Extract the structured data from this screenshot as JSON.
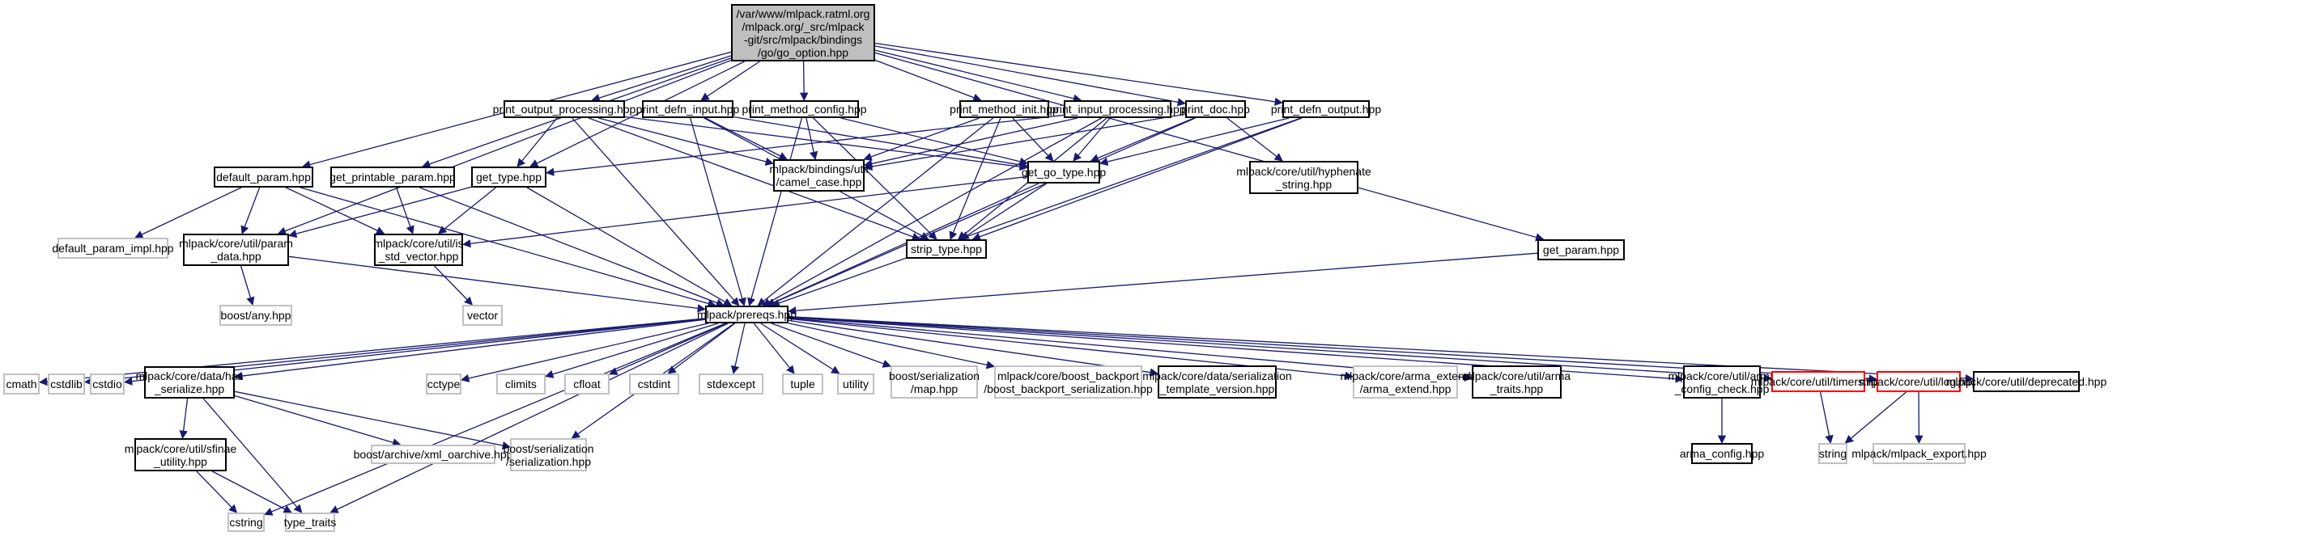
{
  "diagram": {
    "type": "include-dependency-graph",
    "edge_color": "#191970",
    "root": "/var/www/mlpack.ratml.org\n/mlpack.org/_src/mlpack\n-git/src/mlpack/bindings\n/go/go_option.hpp",
    "nodes": {
      "root": "/var/www/mlpack.ratml.org\n/mlpack.org/_src/mlpack\n-git/src/mlpack/bindings\n/go/go_option.hpp",
      "print_output_processing": "print_output_processing.hpp",
      "print_defn_input": "print_defn_input.hpp",
      "print_method_config": "print_method_config.hpp",
      "print_method_init": "print_method_init.hpp",
      "print_input_processing": "print_input_processing.hpp",
      "print_doc": "print_doc.hpp",
      "print_defn_output": "print_defn_output.hpp",
      "default_param": "default_param.hpp",
      "get_printable_param": "get_printable_param.hpp",
      "get_type": "get_type.hpp",
      "camel_case": "mlpack/bindings/util\n/camel_case.hpp",
      "get_go_type": "get_go_type.hpp",
      "hyphenate_string": "mlpack/core/util/hyphenate\n_string.hpp",
      "default_param_impl": "default_param_impl.hpp",
      "param_data": "mlpack/core/util/param\n_data.hpp",
      "is_std_vector": "mlpack/core/util/is\n_std_vector.hpp",
      "strip_type": "strip_type.hpp",
      "get_param": "get_param.hpp",
      "boost_any": "boost/any.hpp",
      "vector": "vector",
      "prereqs": "mlpack/prereqs.hpp",
      "cmath": "cmath",
      "cstdlib": "cstdlib",
      "cstdio": "cstdio",
      "has_serialize": "mlpack/core/data/has\n_serialize.hpp",
      "cctype": "cctype",
      "climits": "climits",
      "cfloat": "cfloat",
      "cstdint": "cstdint",
      "stdexcept": "stdexcept",
      "tuple": "tuple",
      "utility": "utility",
      "boost_map": "boost/serialization\n/map.hpp",
      "boost_backport": "mlpack/core/boost_backport\n/boost_backport_serialization.hpp",
      "serialization_template_version": "mlpack/core/data/serialization\n_template_version.hpp",
      "arma_extend": "mlpack/core/arma_extend\n/arma_extend.hpp",
      "arma_traits": "mlpack/core/util/arma\n_traits.hpp",
      "arma_config_check": "mlpack/core/util/arma\n_config_check.hpp",
      "timers": "mlpack/core/util/timers.hpp",
      "log": "mlpack/core/util/log.hpp",
      "deprecated": "mlpack/core/util/deprecated.hpp",
      "sfinae_utility": "mlpack/core/util/sfinae\n_utility.hpp",
      "xml_oarchive": "boost/archive/xml_oarchive.hpp",
      "boost_serialization": "boost/serialization\n/serialization.hpp",
      "arma_config": "arma_config.hpp",
      "string": "string",
      "mlpack_export": "mlpack/mlpack_export.hpp",
      "cstring": "cstring",
      "type_traits": "type_traits"
    },
    "edges": [
      [
        "root",
        "print_output_processing"
      ],
      [
        "root",
        "print_defn_input"
      ],
      [
        "root",
        "print_method_config"
      ],
      [
        "root",
        "print_method_init"
      ],
      [
        "root",
        "print_input_processing"
      ],
      [
        "root",
        "print_doc"
      ],
      [
        "root",
        "print_defn_output"
      ],
      [
        "root",
        "default_param"
      ],
      [
        "root",
        "get_printable_param"
      ],
      [
        "root",
        "get_type"
      ],
      [
        "root",
        "param_data"
      ],
      [
        "root",
        "get_param"
      ],
      [
        "print_output_processing",
        "get_type"
      ],
      [
        "print_output_processing",
        "camel_case"
      ],
      [
        "print_output_processing",
        "strip_type"
      ],
      [
        "print_output_processing",
        "prereqs"
      ],
      [
        "print_output_processing",
        "get_go_type"
      ],
      [
        "print_defn_input",
        "camel_case"
      ],
      [
        "print_defn_input",
        "get_go_type"
      ],
      [
        "print_defn_input",
        "strip_type"
      ],
      [
        "print_defn_input",
        "prereqs"
      ],
      [
        "print_method_config",
        "camel_case"
      ],
      [
        "print_method_config",
        "strip_type"
      ],
      [
        "print_method_config",
        "prereqs"
      ],
      [
        "print_method_config",
        "get_go_type"
      ],
      [
        "print_method_init",
        "camel_case"
      ],
      [
        "print_method_init",
        "get_go_type"
      ],
      [
        "print_method_init",
        "strip_type"
      ],
      [
        "print_method_init",
        "prereqs"
      ],
      [
        "print_input_processing",
        "camel_case"
      ],
      [
        "print_input_processing",
        "get_go_type"
      ],
      [
        "print_input_processing",
        "strip_type"
      ],
      [
        "print_input_processing",
        "prereqs"
      ],
      [
        "print_input_processing",
        "get_type"
      ],
      [
        "print_doc",
        "camel_case"
      ],
      [
        "print_doc",
        "get_go_type"
      ],
      [
        "print_doc",
        "hyphenate_string"
      ],
      [
        "print_doc",
        "prereqs"
      ],
      [
        "print_defn_output",
        "get_go_type"
      ],
      [
        "print_defn_output",
        "strip_type"
      ],
      [
        "print_defn_output",
        "prereqs"
      ],
      [
        "default_param",
        "default_param_impl"
      ],
      [
        "default_param",
        "param_data"
      ],
      [
        "default_param",
        "is_std_vector"
      ],
      [
        "default_param",
        "prereqs"
      ],
      [
        "get_printable_param",
        "is_std_vector"
      ],
      [
        "get_printable_param",
        "prereqs"
      ],
      [
        "get_type",
        "param_data"
      ],
      [
        "get_type",
        "is_std_vector"
      ],
      [
        "get_type",
        "prereqs"
      ],
      [
        "get_go_type",
        "is_std_vector"
      ],
      [
        "get_go_type",
        "strip_type"
      ],
      [
        "get_go_type",
        "prereqs"
      ],
      [
        "param_data",
        "boost_any"
      ],
      [
        "param_data",
        "prereqs"
      ],
      [
        "is_std_vector",
        "vector"
      ],
      [
        "get_param",
        "prereqs"
      ],
      [
        "prereqs",
        "cmath"
      ],
      [
        "prereqs",
        "cstdlib"
      ],
      [
        "prereqs",
        "cstdio"
      ],
      [
        "prereqs",
        "has_serialize"
      ],
      [
        "prereqs",
        "cstring"
      ],
      [
        "prereqs",
        "cctype"
      ],
      [
        "prereqs",
        "climits"
      ],
      [
        "prereqs",
        "cfloat"
      ],
      [
        "prereqs",
        "cstdint"
      ],
      [
        "prereqs",
        "stdexcept"
      ],
      [
        "prereqs",
        "tuple"
      ],
      [
        "prereqs",
        "utility"
      ],
      [
        "prereqs",
        "boost_map"
      ],
      [
        "prereqs",
        "boost_backport"
      ],
      [
        "prereqs",
        "serialization_template_version"
      ],
      [
        "prereqs",
        "arma_extend"
      ],
      [
        "prereqs",
        "arma_traits"
      ],
      [
        "prereqs",
        "arma_config_check"
      ],
      [
        "prereqs",
        "timers"
      ],
      [
        "prereqs",
        "log"
      ],
      [
        "prereqs",
        "deprecated"
      ],
      [
        "prereqs",
        "type_traits"
      ],
      [
        "prereqs",
        "boost_serialization"
      ],
      [
        "has_serialize",
        "sfinae_utility"
      ],
      [
        "has_serialize",
        "xml_oarchive"
      ],
      [
        "has_serialize",
        "boost_serialization"
      ],
      [
        "has_serialize",
        "type_traits"
      ],
      [
        "sfinae_utility",
        "cstring"
      ],
      [
        "sfinae_utility",
        "type_traits"
      ],
      [
        "arma_config_check",
        "arma_config"
      ],
      [
        "timers",
        "string"
      ],
      [
        "log",
        "string"
      ],
      [
        "log",
        "mlpack_export"
      ]
    ]
  }
}
